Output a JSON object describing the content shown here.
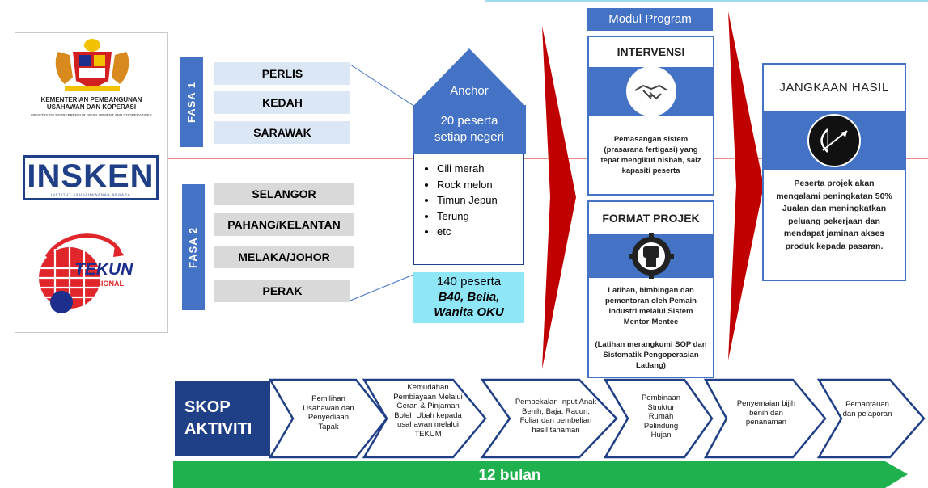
{
  "logos": {
    "kementerian_line1": "KEMENTERIAN PEMBANGUNAN",
    "kementerian_line2": "USAHAWAN DAN KOPERASI",
    "kementerian_sub": "MINISTRY OF ENTREPRENEUR DEVELOPMENT AND COOPERATIVES",
    "insken": "INSKEN",
    "insken_sub": "INSTITUT KEUSAHAWANAN NEGARA",
    "tekun": "TEKUN",
    "tekun_sub": "NASIONAL"
  },
  "fasa1": {
    "label": "FASA 1",
    "states": [
      "PERLIS",
      "KEDAH",
      "SARAWAK"
    ]
  },
  "fasa2": {
    "label": "FASA  2",
    "states": [
      "SELANGOR",
      "PAHANG/KELANTAN",
      "MELAKA/JOHOR",
      "PERAK"
    ]
  },
  "anchor": {
    "label": "Anchor",
    "peserta_line1": "20 peserta",
    "peserta_line2": "setiap negeri",
    "crops": [
      "Cili merah",
      "Rock melon",
      "Timun Jepun",
      "Terung",
      "etc"
    ],
    "total_line1": "140 peserta",
    "total_line2": "B40, Belia,",
    "total_line3": "Wanita OKU"
  },
  "modul": {
    "header": "Modul Program",
    "intervensi_title": "INTERVENSI",
    "intervensi_text": "Pemasangan sistem (prasarana fertigasi) yang tepat mengikut nisbah, saiz kapasiti peserta",
    "format_title": "FORMAT PROJEK",
    "format_text": "Latihan, bimbingan dan pementoran oleh Pemain Industri melalui Sistem Mentor-Mentee",
    "format_note": "(Latihan merangkumi SOP dan Sistematik Pengoperasian Ladang)"
  },
  "jangkaan": {
    "title": "JANGKAAN HASIL",
    "text": "Peserta projek akan mengalami peningkatan 50% Jualan dan meningkatkan peluang pekerjaan dan mendapat jaminan akses produk kepada pasaran."
  },
  "skop": {
    "label_line1": "SKOP",
    "label_line2": "AKTIVITI",
    "steps": [
      "Pemilihan Usahawan dan Penyediaan Tapak",
      "Kemudahan Pembiayaan Melalui Geran & Pinjaman Boleh Ubah  kepada usahawan melalui TEKUM",
      "Pembekalan Input Anak Benih, Baja, Racun, Foliar dan pembelian hasil tanaman",
      "Pembinaan Struktur Rumah Pelindung Hujan",
      "Penyemaian bijih benih dan penanaman",
      "Pemantauan dan pelaporan"
    ]
  },
  "duration": "12 bulan",
  "colors": {
    "primary_blue": "#4472c4",
    "navy": "#1f3f86",
    "red_arrow": "#c00000",
    "green_bar": "#1fb14d",
    "cyan_box": "#8ee6f7"
  }
}
